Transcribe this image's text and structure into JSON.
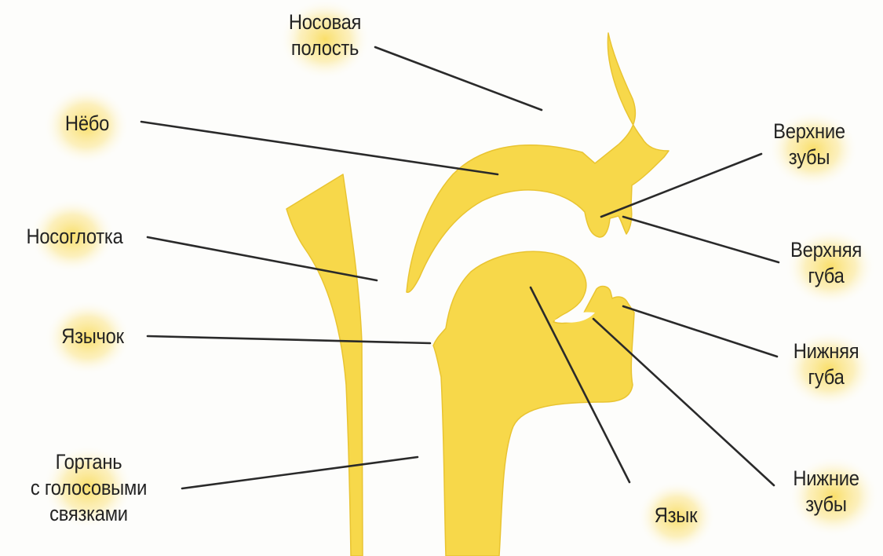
{
  "labels": {
    "nasal_cavity": [
      "Носовая",
      "полость"
    ],
    "palate": [
      "Нёбо"
    ],
    "nasopharynx": [
      "Носоглотка"
    ],
    "uvula": [
      "Язычок"
    ],
    "larynx": [
      "Гортань",
      "с голосовыми",
      "связками"
    ],
    "upper_teeth": [
      "Верхние",
      "зубы"
    ],
    "upper_lip": [
      "Верхняя",
      "губа"
    ],
    "lower_lip": [
      "Нижняя",
      "губа"
    ],
    "lower_teeth": [
      "Нижние",
      "зубы"
    ],
    "tongue": [
      "Язык"
    ]
  },
  "colors": {
    "organ_fill": "#f7d84a",
    "organ_edge": "#e9c431",
    "label_glow": "#f9dd62",
    "text": "#232323",
    "leader_line": "#2a2a2a",
    "background": "#fdfdfb"
  }
}
